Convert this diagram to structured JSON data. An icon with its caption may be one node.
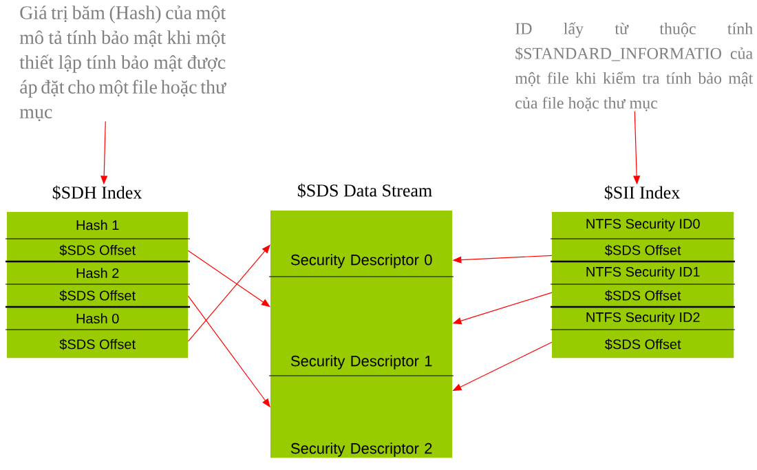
{
  "diagram": {
    "nodes": [
      {
        "text": [
          "Giá trị băm (Hash) của một mô tả tính bảo mật khi một thiết lập tính bảo mật được áp đặt cho một file hoặc thư mục"
        ]
      },
      {
        "text": [
          "$SDH Index"
        ]
      },
      {
        "text": [
          "Hash 1"
        ],
        "in": 1
      },
      {
        "text": [
          "$SDS Offset"
        ],
        "in": 1
      },
      {
        "text": [
          "Hash 2"
        ],
        "in": 1
      },
      {
        "text": [
          "$SDS Offset"
        ],
        "in": 1
      },
      {
        "text": [
          "Hash 0"
        ],
        "in": 1
      },
      {
        "text": [
          "$SDS Offset"
        ],
        "in": 1
      },
      {
        "text": [
          "$SDS Data Stream"
        ]
      },
      {
        "text": [
          "Security Descriptor 0"
        ],
        "in": 8
      },
      {
        "text": [
          "Security Descriptor 1"
        ],
        "in": 8
      },
      {
        "text": [
          "Security Descriptor 2"
        ],
        "in": 8
      },
      {
        "text": [
          "ID lấy từ thuộc tính $STANDARD_INFORMATIO của một file khi kiểm tra tính bảo mật của file hoặc thư mục"
        ]
      },
      {
        "text": [
          "$SII Index"
        ]
      },
      {
        "text": [
          "NTFS Security ID0"
        ],
        "in": 13
      },
      {
        "text": [
          "$SDS Offset"
        ],
        "in": 13
      },
      {
        "text": [
          "NTFS Security ID1"
        ],
        "in": 13
      },
      {
        "text": [
          "$SDS Offset"
        ],
        "in": 13
      },
      {
        "text": [
          "NTFS Security ID2"
        ],
        "in": 13
      },
      {
        "text": [
          "$SDS Offset"
        ],
        "in": 13
      }
    ],
    "edges": [
      {
        "from": 0,
        "to": 1,
        "arrow": "to"
      },
      {
        "from": 3,
        "to": 10,
        "arrow": "to"
      },
      {
        "from": 5,
        "to": 11,
        "arrow": "to"
      },
      {
        "from": 7,
        "to": 9,
        "arrow": "to"
      },
      {
        "from": 12,
        "to": 13,
        "arrow": "to"
      },
      {
        "from": 15,
        "to": 9,
        "arrow": "to"
      },
      {
        "from": 17,
        "to": 10,
        "arrow": "to"
      },
      {
        "from": 19,
        "to": 11,
        "arrow": "to"
      }
    ]
  }
}
